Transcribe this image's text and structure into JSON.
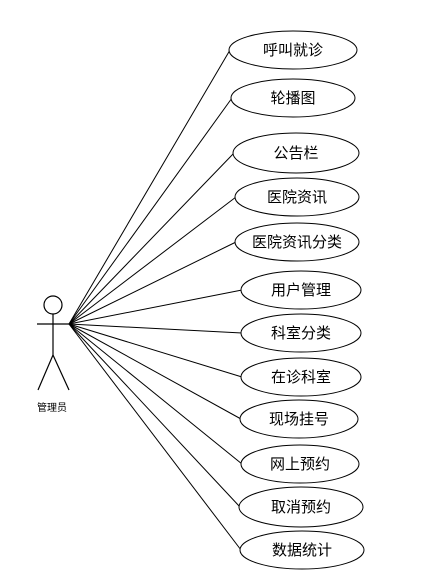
{
  "actor": {
    "name": "管理员"
  },
  "use_cases": [
    "呼叫就诊",
    "轮播图",
    "公告栏",
    "医院资讯",
    "医院资讯分类",
    "用户管理",
    "科室分类",
    "在诊科室",
    "现场挂号",
    "网上预约",
    "取消预约",
    "数据统计"
  ]
}
